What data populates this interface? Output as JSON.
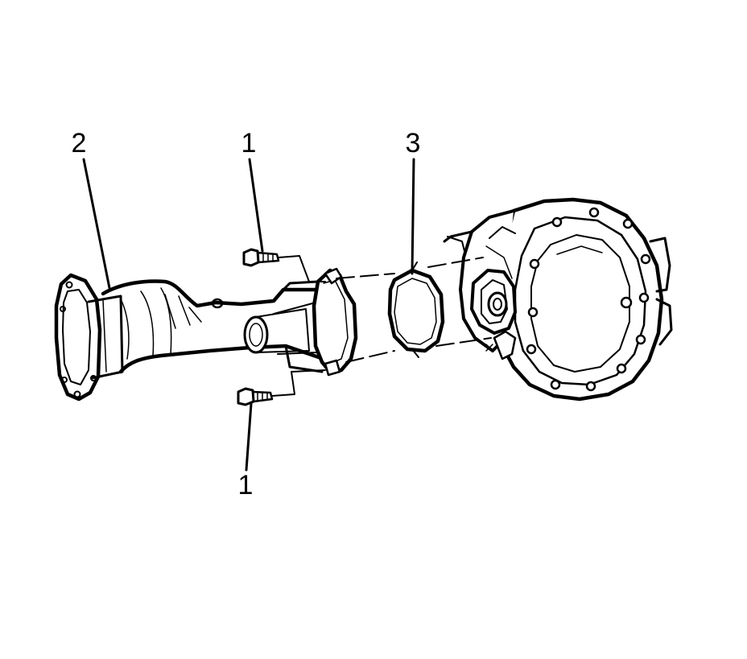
{
  "callouts": {
    "axle_tube": "2",
    "bolt_upper": "1",
    "gasket": "3",
    "bolt_lower": "1"
  },
  "colors": {
    "line": "#000000",
    "background": "#ffffff"
  }
}
